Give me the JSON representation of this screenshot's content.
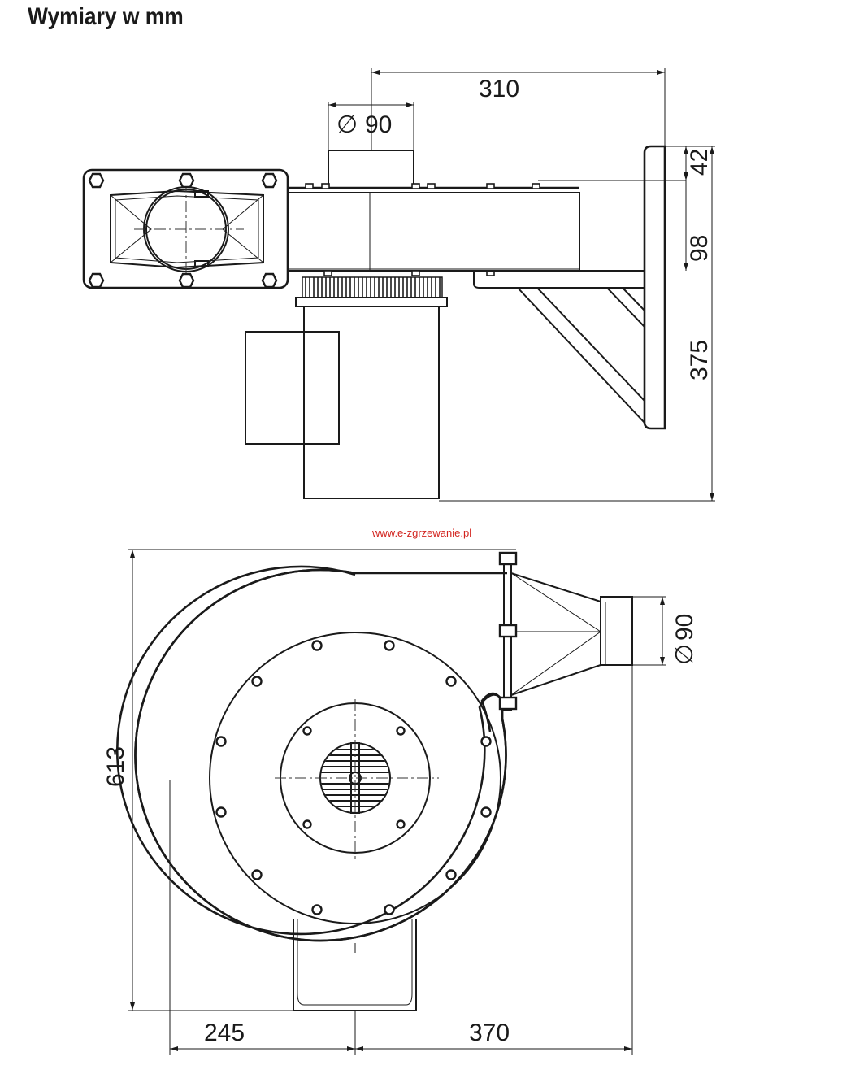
{
  "title": "Wymiary w mm",
  "watermark": "www.e-zgrzewanie.pl",
  "top_view": {
    "dim_width": "310",
    "dim_inlet_diameter": "90",
    "dim_top_offset": "42",
    "dim_mid_height": "98",
    "dim_total_height": "375"
  },
  "front_view": {
    "dim_height": "613",
    "dim_outlet_diameter": "90",
    "dim_left": "245",
    "dim_right": "370"
  },
  "diameter_symbol": "∅",
  "colors": {
    "line": "#1a1a1a",
    "watermark": "#d2231e",
    "background": "#ffffff"
  }
}
